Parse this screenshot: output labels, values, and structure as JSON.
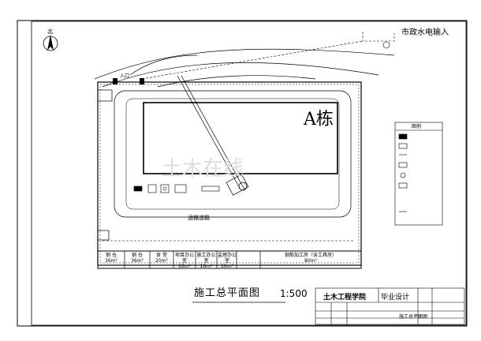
{
  "drawing": {
    "north_label": "北",
    "municipal_inlet": "市政水电输入",
    "entrance_label": "入口",
    "building_label": "A栋",
    "road_label": "运输道路",
    "title": "施工总平面图",
    "scale": "1:500",
    "school_name": "土木工程学院",
    "graduation_design": "毕业设计",
    "legend_title": "图例",
    "title_block_drawing_name": "施工总平面图"
  },
  "bottom_buildings": [
    {
      "name": "钢 仓",
      "area": "36m²"
    },
    {
      "name": "钢 仓",
      "area": "36m²"
    },
    {
      "name": "食 堂",
      "area": "20m²"
    },
    {
      "name": "项目办公室",
      "area": "16m²"
    },
    {
      "name": "施工办公室",
      "area": "16m²"
    },
    {
      "name": "监理办公室",
      "area": "16m²"
    },
    {
      "name": "钢筋加工房（含工具房）",
      "area": "80m²"
    }
  ],
  "colors": {
    "line": "#000000",
    "background": "#ffffff",
    "watermark": "#cccccc"
  }
}
